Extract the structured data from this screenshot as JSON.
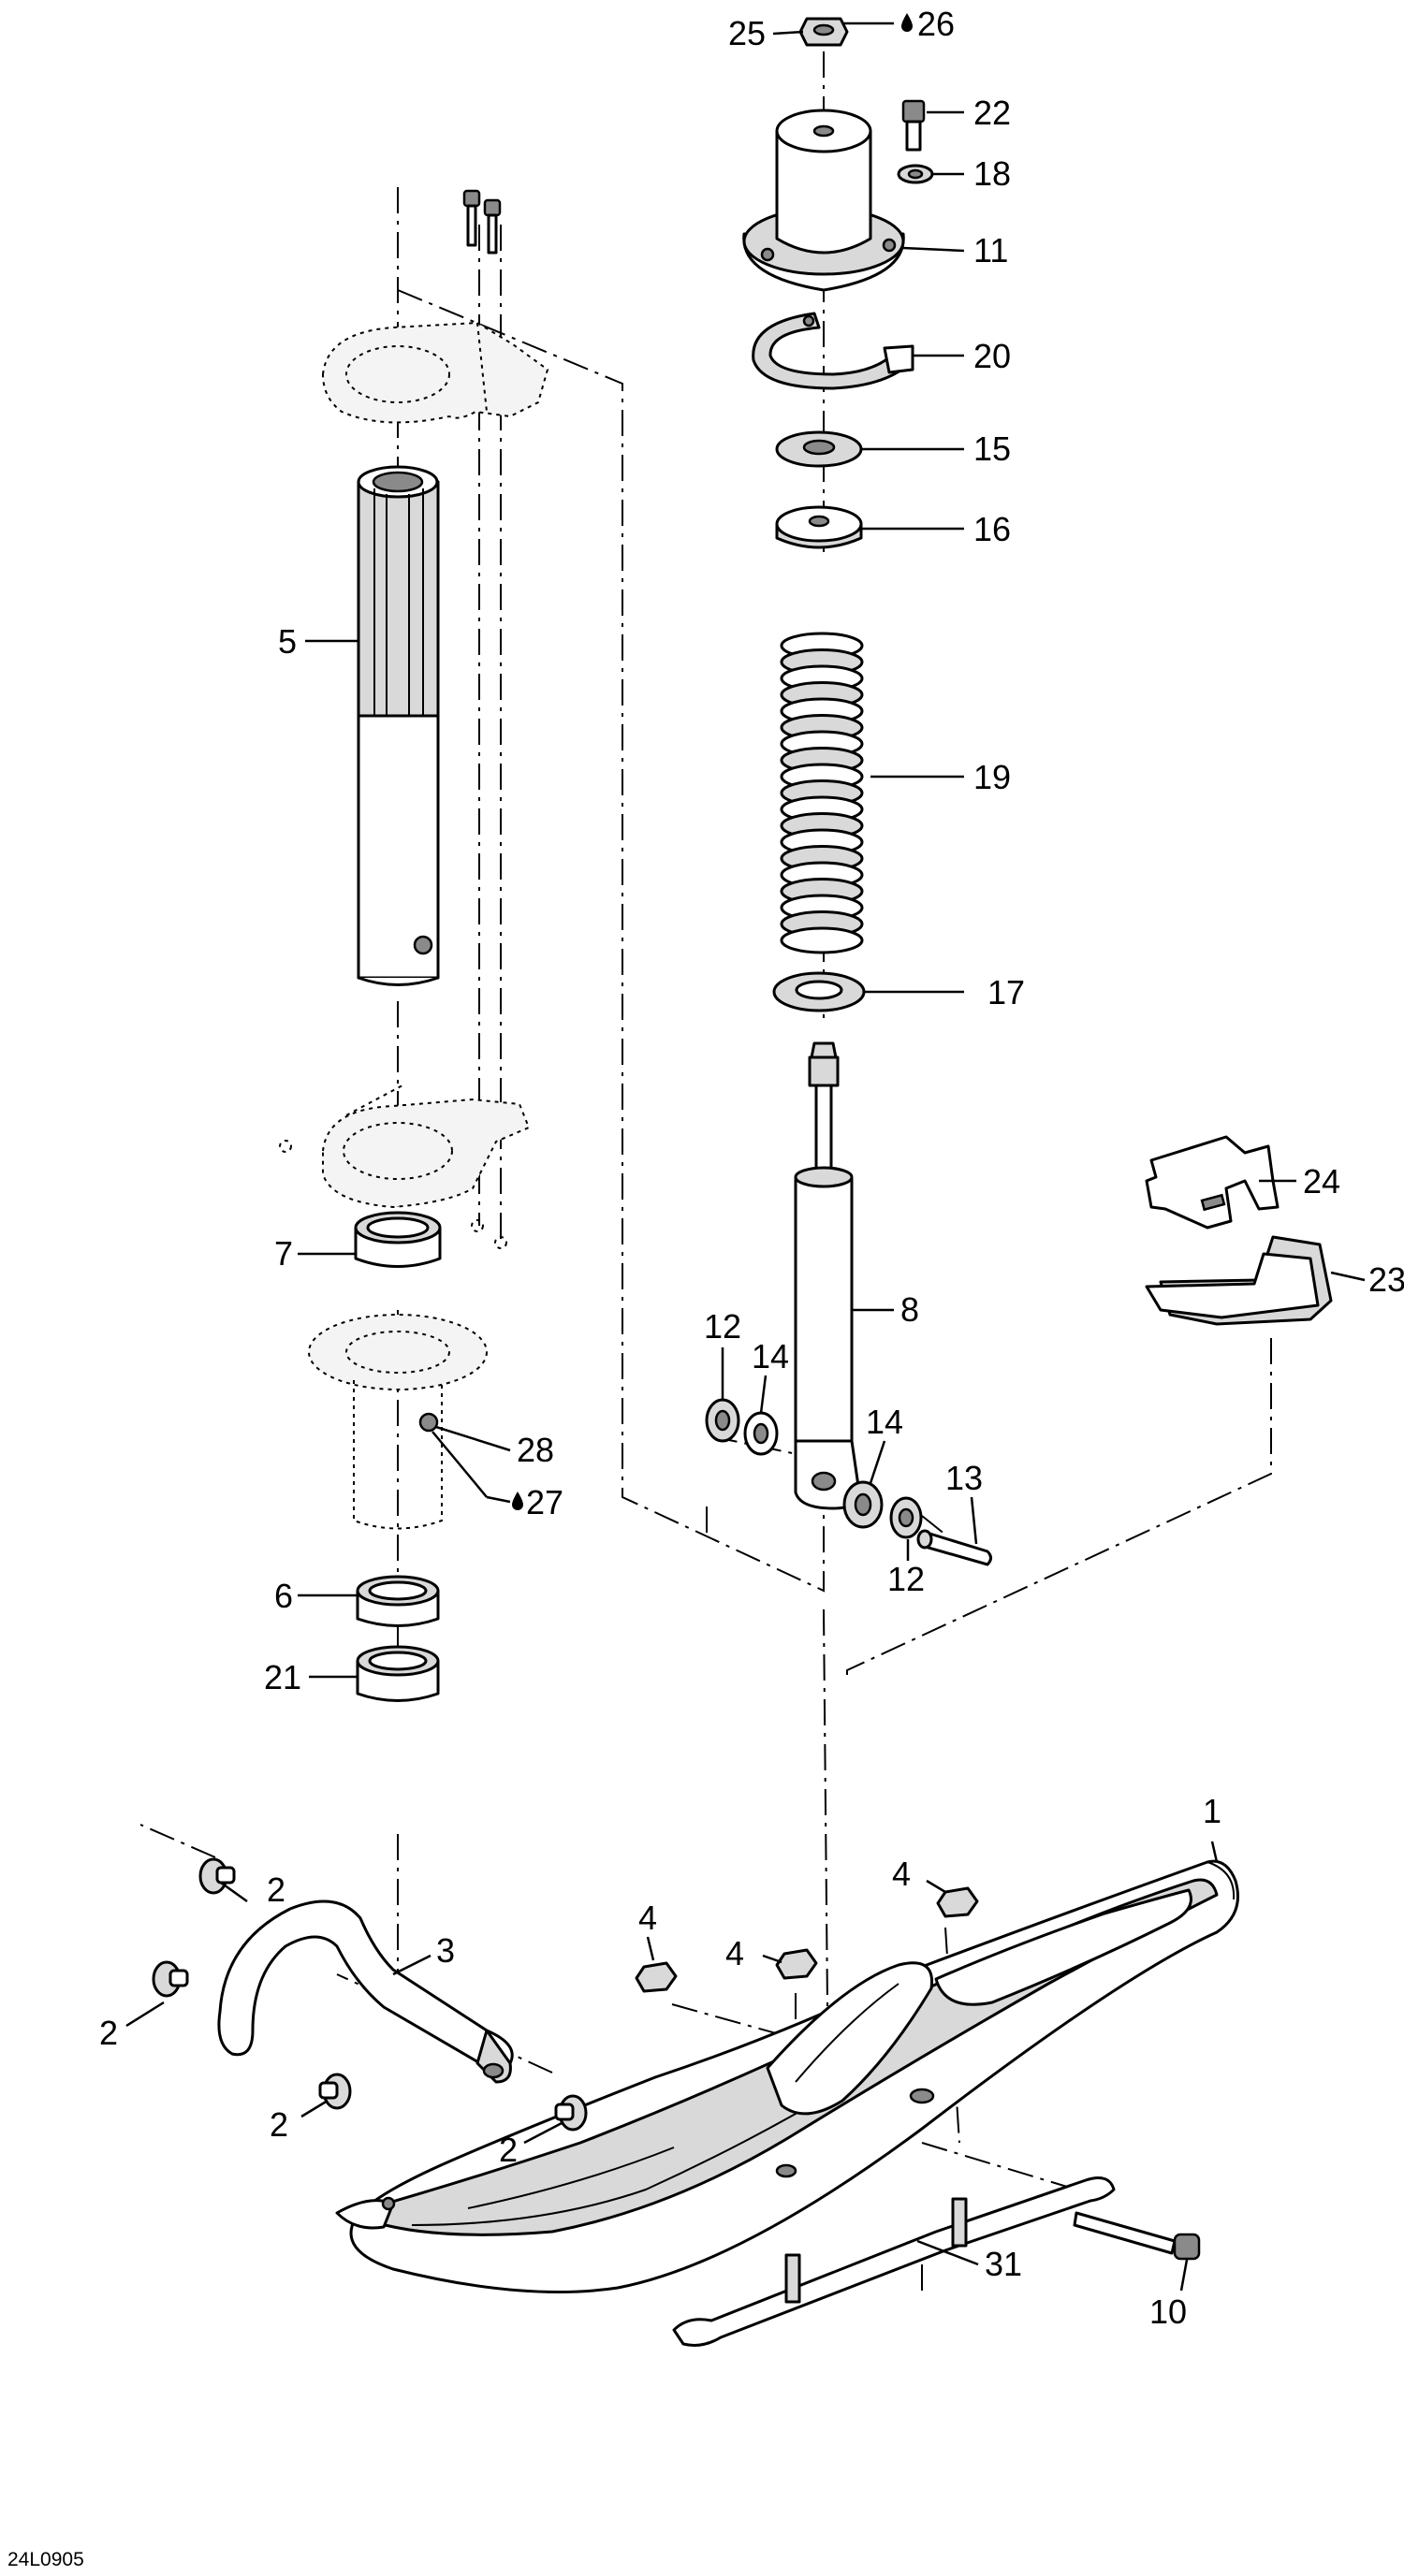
{
  "drawing_code": "24L0905",
  "callouts": {
    "c1": "1",
    "c2a": "2",
    "c2b": "2",
    "c2c": "2",
    "c2d": "2",
    "c3": "3",
    "c4a": "4",
    "c4b": "4",
    "c4c": "4",
    "c5": "5",
    "c6": "6",
    "c7": "7",
    "c8": "8",
    "c10": "10",
    "c11": "11",
    "c12a": "12",
    "c12b": "12",
    "c13": "13",
    "c14a": "14",
    "c14b": "14",
    "c15": "15",
    "c16": "16",
    "c17": "17",
    "c18": "18",
    "c19": "19",
    "c20": "20",
    "c21": "21",
    "c22": "22",
    "c23": "23",
    "c24": "24",
    "c25": "25",
    "c26": "26",
    "c27": "27",
    "c28": "28",
    "c31": "31"
  }
}
